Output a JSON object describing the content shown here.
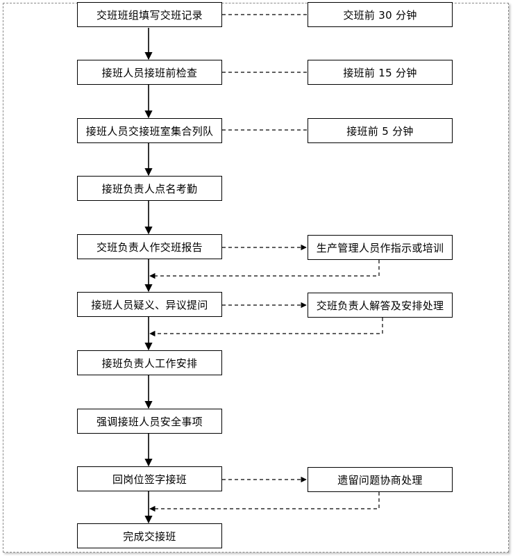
{
  "steps": [
    "交班班组填写交班记录",
    "接班人员接班前检查",
    "接班人员交接班室集合列队",
    "接班负责人点名考勤",
    "交班负责人作交班报告",
    "接班人员疑义、异议提问",
    "接班负责人工作安排",
    "强调接班人员安全事项",
    "回岗位签字接班",
    "完成交接班"
  ],
  "timings": [
    "交班前 30 分钟",
    "接班前 15 分钟",
    "接班前 5 分钟"
  ],
  "feedback": [
    "生产管理人员作指示或培训",
    "交班负责人解答及安排处理",
    "遗留问题协商处理"
  ]
}
